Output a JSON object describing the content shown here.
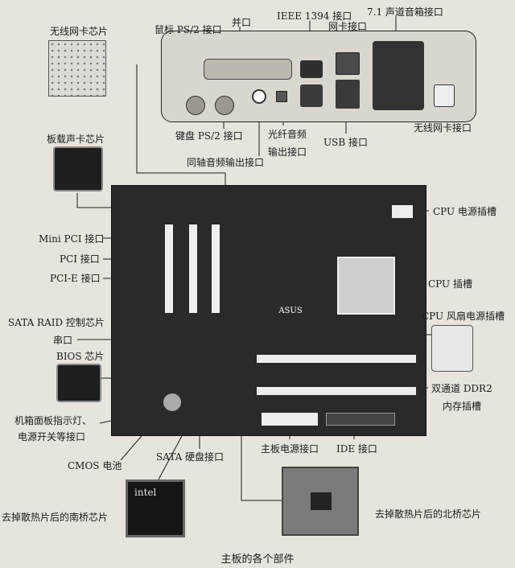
{
  "labels": {
    "wireless_chip": "无线网卡芯片",
    "mouse_ps2": "鼠标 PS/2 接口",
    "parallel": "并口",
    "ieee1394": "IEEE 1394 接口",
    "lan": "网卡接口",
    "audio71": "7.1 声道音箱接口",
    "onboard_sound": "板载声卡芯片",
    "keyboard_ps2": "键盘 PS/2 接口",
    "optical_audio_1": "光纤音频",
    "optical_audio_2": "输出接口",
    "usb": "USB 接口",
    "wireless_port": "无线网卡接口",
    "coax_audio": "同轴音频输出接口",
    "cpu_power": "CPU 电源插槽",
    "mini_pci": "Mini PCI 接口",
    "pci": "PCI 接口",
    "pcie": "PCI-E 接口",
    "cpu_socket": "CPU 插槽",
    "sata_raid": "SATA RAID 控制芯片",
    "serial": "串口",
    "cpu_fan": "CPU 风扇电源插槽",
    "bios": "BIOS 芯片",
    "ddr2_1": "双通道 DDR2",
    "ddr2_2": "内存插槽",
    "front_panel_1": "机箱面板指示灯、",
    "front_panel_2": "电源开关等接口",
    "sata_hdd": "SATA 硬盘接口",
    "board_power": "主板电源接口",
    "ide": "IDE 接口",
    "cmos": "CMOS 电池",
    "southbridge": "去掉散热片后的南桥芯片",
    "northbridge": "去掉散热片后的北桥芯片"
  },
  "caption": "主板的各个部件",
  "board_logo": "ASUS",
  "south_chip_text": "intel"
}
